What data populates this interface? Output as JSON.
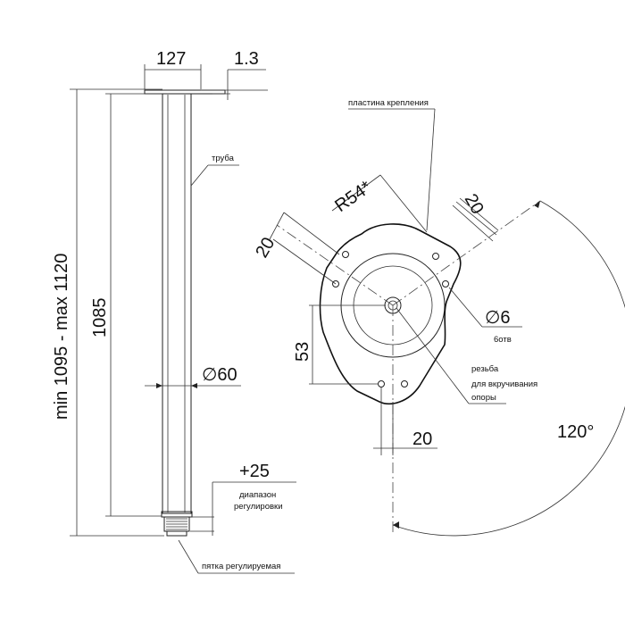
{
  "left_view": {
    "top_width": "127",
    "plate_thickness": "1.3",
    "overall_height": "min 1095 - max 1120",
    "tube_length": "1085",
    "tube_diameter": "∅60",
    "adjust_plus": "+25",
    "adjust_label_line1": "диапазон",
    "adjust_label_line2": "регулировки",
    "tube_label": "труба",
    "foot_label": "пятка регулируемая"
  },
  "right_view": {
    "plate_label": "пластина крепления",
    "radius": "R54*",
    "hole_offset_right": "20",
    "hole_offset_left": "20",
    "hole_diameter": "∅6",
    "hole_count": "6отв",
    "thread_line1": "резьба",
    "thread_line2": "для вкручивания",
    "thread_line3": "опоры",
    "offset_53": "53",
    "bottom_spacing": "20",
    "angle": "120°"
  }
}
